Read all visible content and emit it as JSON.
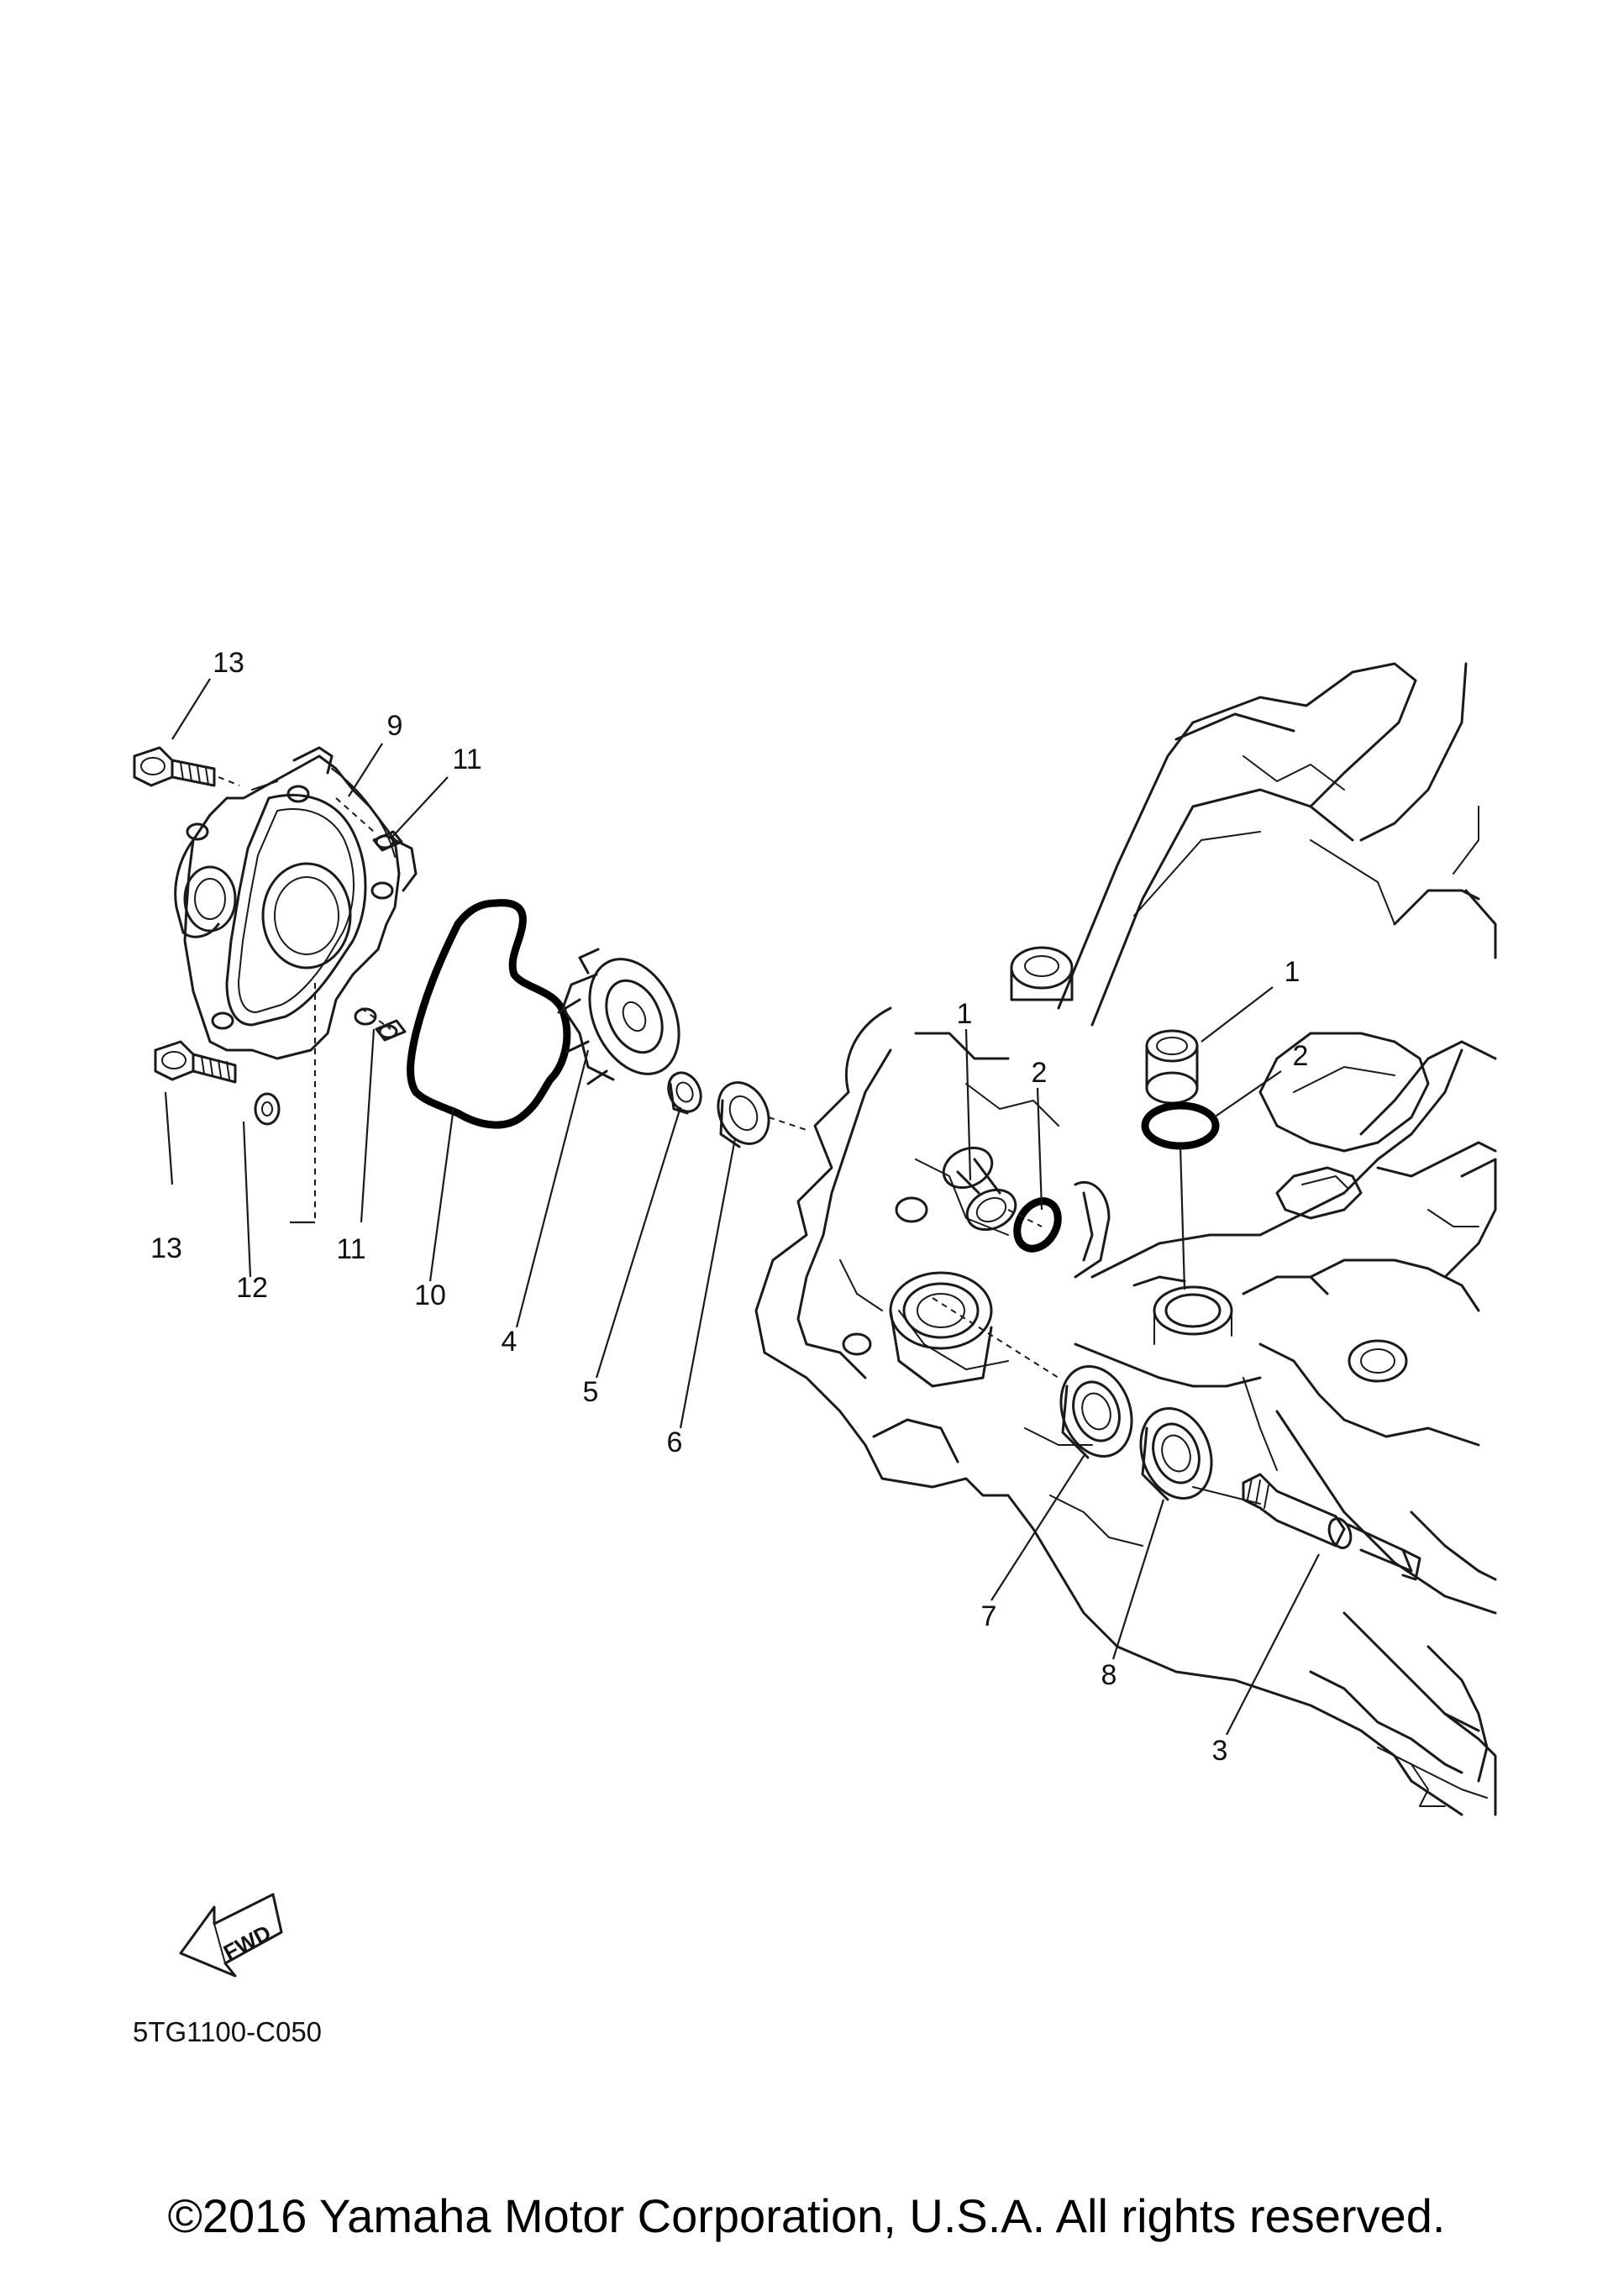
{
  "callouts": {
    "c1a": "1",
    "c1b": "1",
    "c2a": "2",
    "c2b": "2",
    "c3": "3",
    "c4": "4",
    "c5": "5",
    "c6": "6",
    "c7": "7",
    "c8": "8",
    "c9": "9",
    "c10": "10",
    "c11a": "11",
    "c11b": "11",
    "c12": "12",
    "c13a": "13",
    "c13b": "13"
  },
  "fwd_label": "FWD",
  "diagram_code": "5TG1100-C050",
  "copyright": "©2016 Yamaha Motor Corporation, U.S.A. All rights reserved."
}
